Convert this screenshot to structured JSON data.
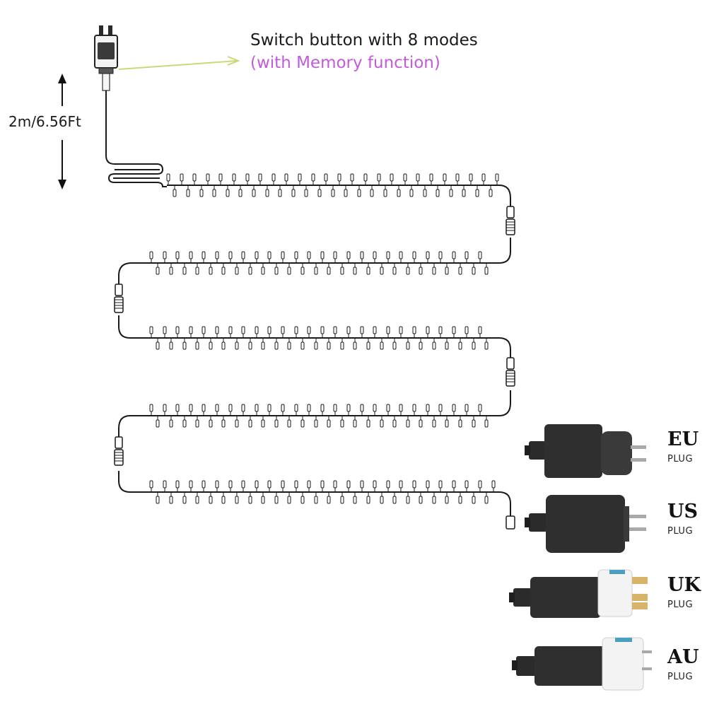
{
  "callout": {
    "title": "Switch button with 8 modes",
    "subtitle": "(with Memory function)"
  },
  "lead_cable": {
    "length_label": "2m/6.56Ft"
  },
  "plugs": [
    {
      "code": "EU",
      "word": "PLUG"
    },
    {
      "code": "US",
      "word": "PLUG"
    },
    {
      "code": "UK",
      "word": "PLUG"
    },
    {
      "code": "AU",
      "word": "PLUG"
    }
  ],
  "colors": {
    "wire": "#1a1a1a",
    "callout_arrow": "#cfd67a",
    "subtitle": "#c45adb",
    "adapter_body": "#2b2b2b",
    "adapter_head_white": "#f3f3f3"
  }
}
